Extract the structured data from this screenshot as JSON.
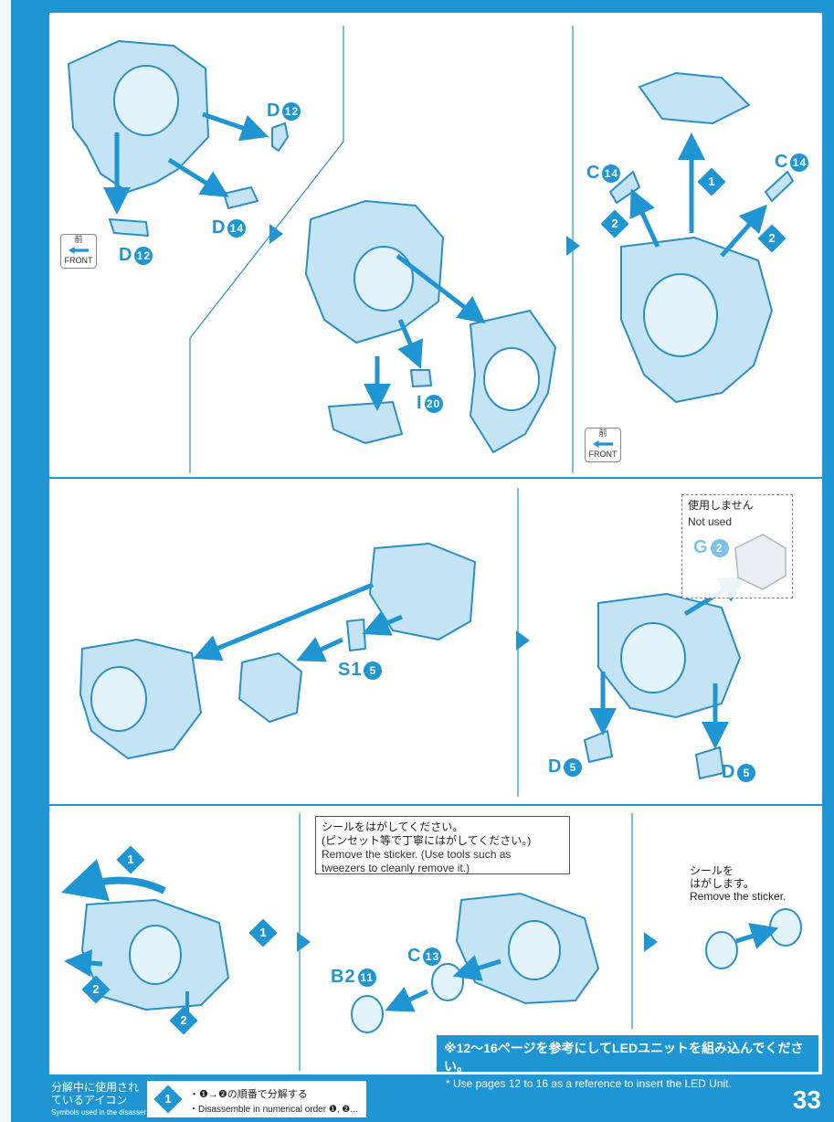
{
  "page_number": "33",
  "part_labels": {
    "d12_top": {
      "letter": "D",
      "num": "12"
    },
    "d14": {
      "letter": "D",
      "num": "14"
    },
    "d12_bottom": {
      "letter": "D",
      "num": "12"
    },
    "i20": {
      "letter": "I",
      "num": "20"
    },
    "c14_left": {
      "letter": "C",
      "num": "14"
    },
    "c14_right": {
      "letter": "C",
      "num": "14"
    },
    "s15": {
      "letter": "S1",
      "num": "5"
    },
    "g2": {
      "letter": "G",
      "num": "2"
    },
    "d5_left": {
      "letter": "D",
      "num": "5"
    },
    "d5_right": {
      "letter": "D",
      "num": "5"
    },
    "c13": {
      "letter": "C",
      "num": "13"
    },
    "b211": {
      "letter": "B2",
      "num": "11"
    }
  },
  "front_icon": {
    "kanji": "前",
    "label": "FRONT"
  },
  "not_used": {
    "jp": "使用しません",
    "en": "Not used"
  },
  "sticker_box": {
    "jp1": "シールをはがしてください。",
    "jp2": "(ピンセット等で丁寧にはがしてください。)",
    "en1": "Remove the sticker. (Use tools such as",
    "en2": "tweezers to cleanly remove it.)"
  },
  "sticker_small": {
    "jp1": "シールを",
    "jp2": "はがします。",
    "en": "Remove the sticker."
  },
  "led_note": {
    "jp": "※12～16ページを参考にしてLEDユニットを組み込んでください。",
    "en": "* Use pages 12 to 16 as a reference to insert the LED Unit."
  },
  "legend": {
    "title_jp1": "分解中に使用され",
    "title_jp2": "ているアイコン",
    "title_en": "Symbols used in the disassembly",
    "icon_num": "1",
    "line_jp": "・❶→❷の順番で分解する",
    "line_en": "・Disassemble in numerical order ❶, ❷..."
  },
  "steps": {
    "one": "1",
    "two": "2"
  },
  "colors": {
    "accent": "#1f95d3",
    "part_fill": "#c4e4f6",
    "part_stroke": "#2a8fc8"
  }
}
